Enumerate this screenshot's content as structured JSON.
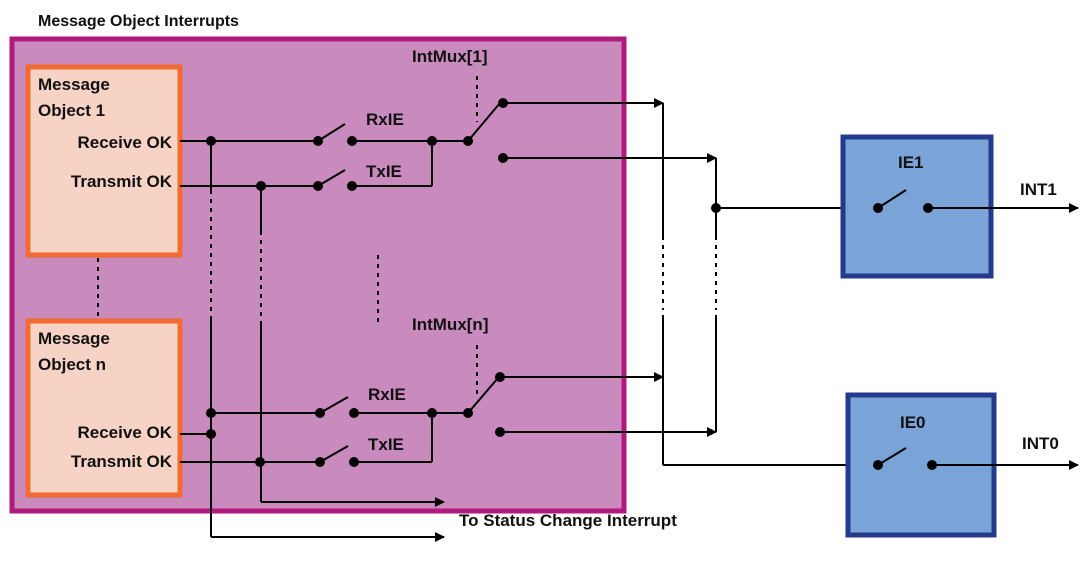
{
  "title": "Message Object Interrupts",
  "message_object_1": {
    "line1": "Message",
    "line2": "Object 1",
    "receive": "Receive OK",
    "transmit": "Transmit OK"
  },
  "message_object_n": {
    "line1": "Message",
    "line2": "Object n",
    "receive": "Receive OK",
    "transmit": "Transmit OK"
  },
  "mux_top": "IntMux[1]",
  "mux_bottom": "IntMux[n]",
  "rx_switch_label": "RxIE",
  "tx_switch_label": "TxIE",
  "ie1": {
    "label": "IE1",
    "output": "INT1"
  },
  "ie0": {
    "label": "IE0",
    "output": "INT0"
  },
  "status_change": "To Status Change Interrupt",
  "colors": {
    "outer_fill": "#c98bbe",
    "outer_border": "#b0197e",
    "mo_fill": "#f7d3c6",
    "mo_border": "#f26a2e",
    "ie_fill": "#7aa3d8",
    "ie_border": "#243a8c"
  }
}
